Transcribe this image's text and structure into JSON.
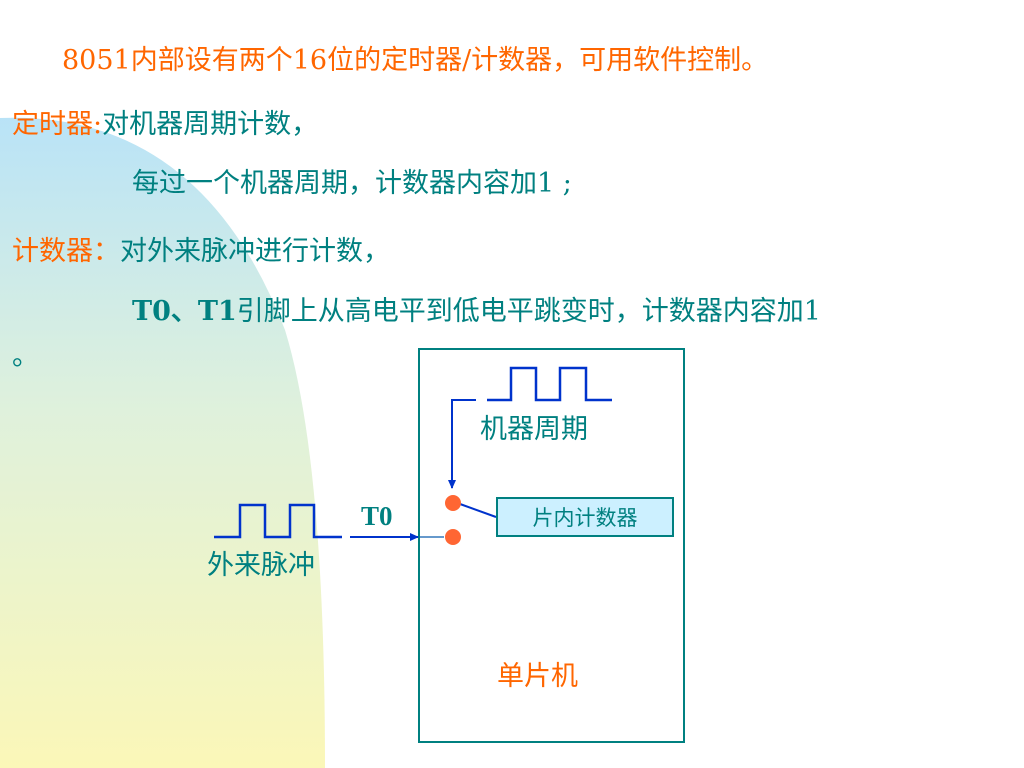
{
  "intro": "8051内部设有两个16位的定时器/计数器，可用软件控制。",
  "timer": {
    "label": "定时器:",
    "desc": "对机器周期计数，",
    "detail": "每过一个机器周期，计数器内容加1 ;"
  },
  "counter": {
    "label": "计数器：",
    "desc": "对外来脉冲进行计数，",
    "detail_prefix": "T0、T1",
    "detail_text": "引脚上从高电平到低电平跳变时，计数器内容加1",
    "detail_tail": "。"
  },
  "diagram": {
    "machine_cycle_label": "机器周期",
    "external_pulse_label": "外来脉冲",
    "pin_label": "T0",
    "counter_box_label": "片内计数器",
    "chip_label": "单片机"
  },
  "colors": {
    "accent": "#ff6600",
    "text": "#008080",
    "signal": "#0033cc",
    "switch_dot": "#ff6633"
  }
}
